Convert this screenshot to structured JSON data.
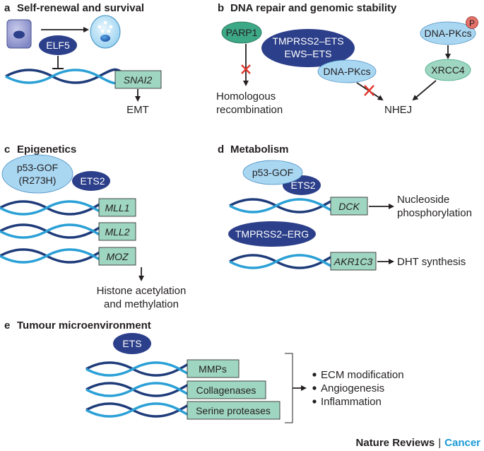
{
  "colors": {
    "gene_box": "#9fd6c2",
    "dark_protein": "#2c3f8a",
    "light_protein": "#a9d7f2",
    "green_protein": "#3da886",
    "dna_dark": "#1f3c7a",
    "dna_light": "#2aa0d6",
    "block_red": "#e0362c",
    "phospho": "#e5726a",
    "journal_blue": "#1b9ad6"
  },
  "panel_a": {
    "letter": "a",
    "title": "Self-renewal and survival",
    "protein": "ELF5",
    "gene": "SNAI2",
    "outcome": "EMT",
    "icons": [
      "cell-icon",
      "stem-cell-icon"
    ]
  },
  "panel_b": {
    "letter": "b",
    "title": "DNA repair and genomic stability",
    "parp1": "PARP1",
    "fusion_line1": "TMPRSS2–ETS",
    "fusion_line2": "EWS–ETS",
    "dnapkcs_1": "DNA-PKcs",
    "dnapkcs_2": "DNA-PKcs",
    "phospho": "P",
    "xrcc4": "XRCC4",
    "hr_line1": "Homologous",
    "hr_line2": "recombination",
    "nhej": "NHEJ"
  },
  "panel_c": {
    "letter": "c",
    "title": "Epigenetics",
    "protein_line1": "p53-GOF",
    "protein_line2": "(R273H)",
    "partner": "ETS2",
    "genes": [
      "MLL1",
      "MLL2",
      "MOZ"
    ],
    "outcome_line1": "Histone acetylation",
    "outcome_line2": "and methylation"
  },
  "panel_d": {
    "letter": "d",
    "title": "Metabolism",
    "protein": "p53-GOF",
    "partner": "ETS2",
    "gene1": "DCK",
    "outcome1_line1": "Nucleoside",
    "outcome1_line2": "phosphorylation",
    "fusion": "TMPRSS2–ERG",
    "gene2": "AKR1C3",
    "outcome2": "DHT synthesis"
  },
  "panel_e": {
    "letter": "e",
    "title": "Tumour microenvironment",
    "protein": "ETS",
    "genes": [
      "MMPs",
      "Collagenases",
      "Serine proteases"
    ],
    "outcomes": [
      "ECM modification",
      "Angiogenesis",
      "Inflammation"
    ]
  },
  "footer": {
    "journal": "Nature Reviews",
    "separator": "|",
    "section": "Cancer"
  }
}
